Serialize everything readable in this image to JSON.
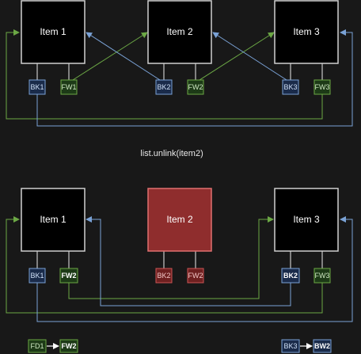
{
  "top": {
    "items": [
      "Item 1",
      "Item 2",
      "Item 3"
    ],
    "tags": [
      "BK1",
      "FW1",
      "BK2",
      "FW2",
      "BK3",
      "FW3"
    ]
  },
  "caption": "list.unlink(item2)",
  "bottom": {
    "items": [
      "Item 1",
      "Item 2",
      "Item 3"
    ],
    "tags": [
      "BK1",
      "FW2",
      "BK2",
      "FW2",
      "BK2",
      "FW3"
    ]
  },
  "legend": {
    "fd_from": "FD1",
    "fd_to": "FW2",
    "bk_from": "BK3",
    "bk_to": "BW2"
  },
  "colors": {
    "background": "#181818",
    "node_fill": "#000000",
    "node_border": "#d0d0d0",
    "removed_fill": "#8f2d2d",
    "removed_border": "#e07070",
    "bk_fill": "#1a2b4a",
    "bk_stroke": "#7aa2d6",
    "fw_fill": "#1d3a17",
    "fw_stroke": "#6ca845",
    "red_tag_fill": "#6e2020",
    "red_tag_stroke": "#cc5555"
  }
}
